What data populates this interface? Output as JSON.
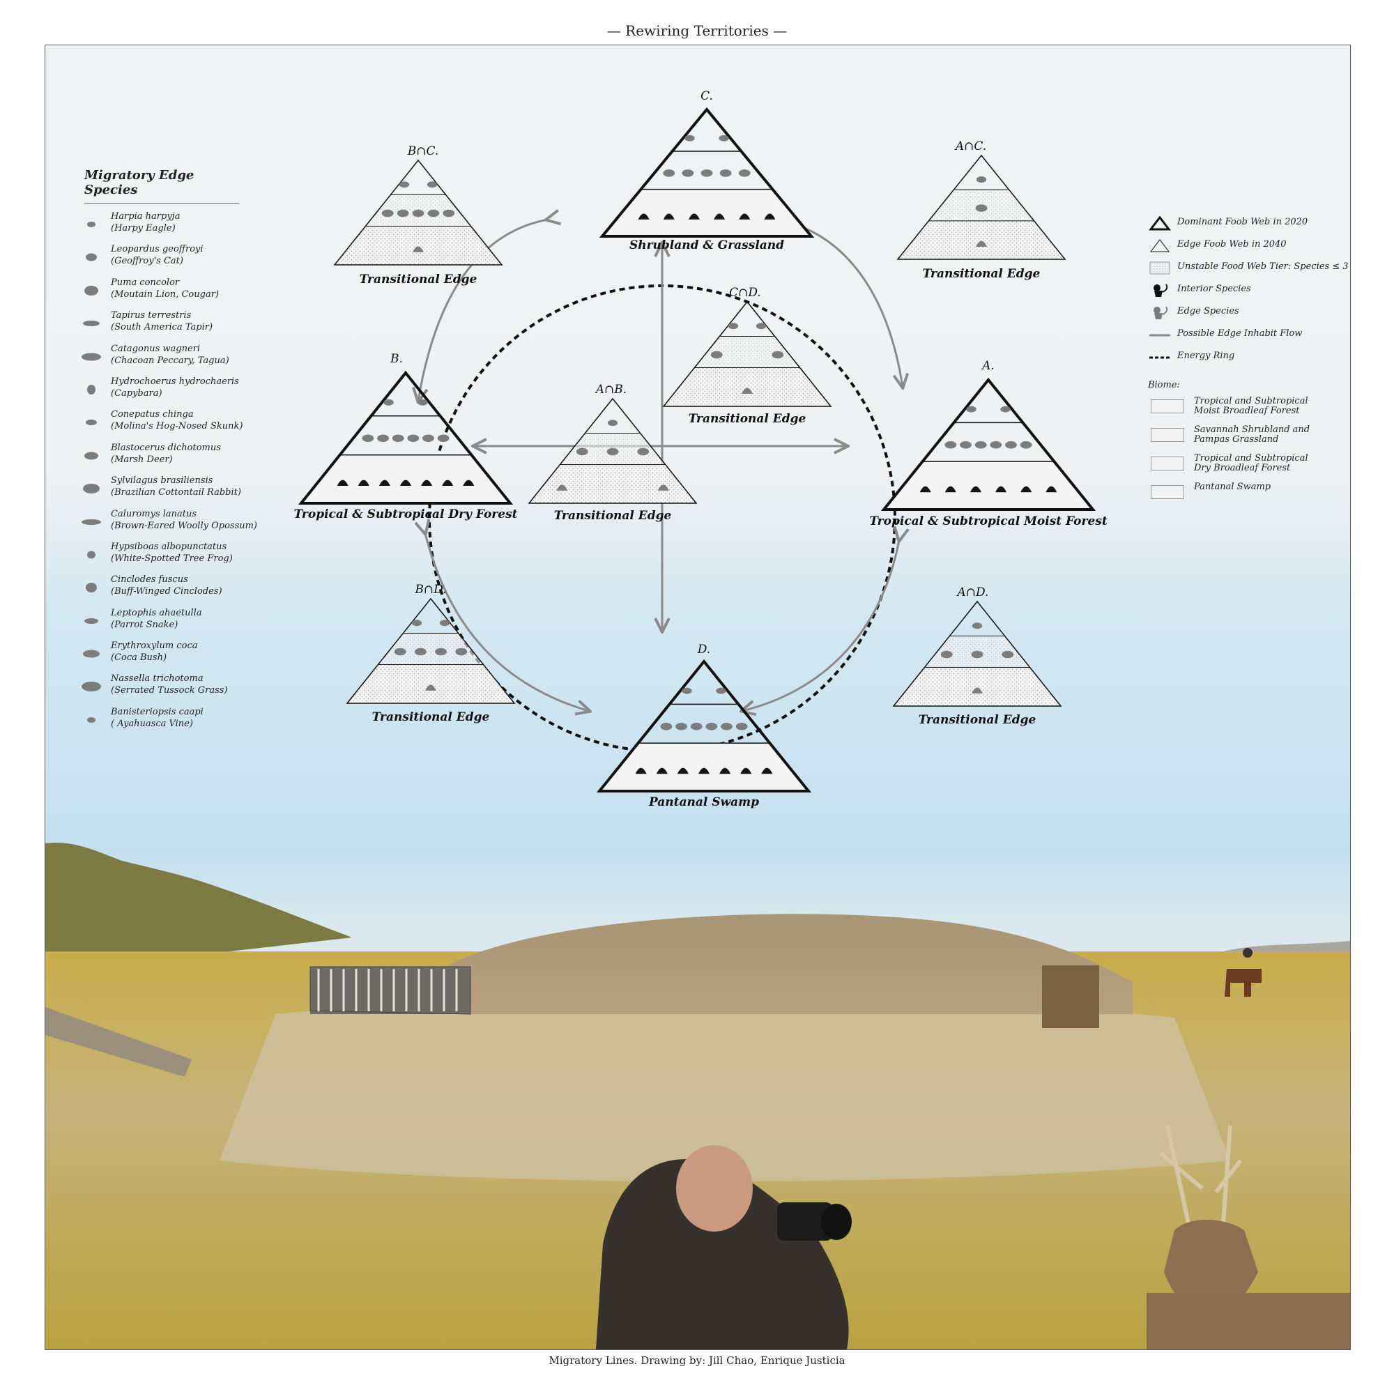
{
  "title": "— Rewiring Territories —",
  "caption": "Migratory Lines. Drawing by: Jill Chao, Enrique Justicia",
  "colors": {
    "sky_top": "#f1f2f4",
    "sky_bottom": "#bcdcec",
    "grass": "#c9ad4a",
    "dirt": "#c8b78f",
    "arrow": "#8a8a8a",
    "ink": "#111111",
    "species": "#7c7c7c"
  },
  "species_legend": {
    "heading": "Migratory Edge Species",
    "items": [
      {
        "latin": "Harpia harpyja",
        "common": "(Harpy Eagle)",
        "icon": "eagle-icon"
      },
      {
        "latin": "Leopardus geoffroyi",
        "common": "(Geoffroy's Cat)",
        "icon": "cat-icon"
      },
      {
        "latin": "Puma concolor",
        "common": "(Moutain Lion, Cougar)",
        "icon": "puma-icon"
      },
      {
        "latin": "Tapirus terrestris",
        "common": "(South America Tapir)",
        "icon": "tapir-icon"
      },
      {
        "latin": "Catagonus wagneri",
        "common": "(Chacoan Peccary, Tagua)",
        "icon": "peccary-icon"
      },
      {
        "latin": "Hydrochoerus hydrochaeris",
        "common": "(Capybara)",
        "icon": "capybara-icon"
      },
      {
        "latin": "Conepatus chinga",
        "common": "(Molina's Hog-Nosed Skunk)",
        "icon": "skunk-icon"
      },
      {
        "latin": "Blastocerus dichotomus",
        "common": "(Marsh Deer)",
        "icon": "deer-icon"
      },
      {
        "latin": "Sylvilagus brasiliensis",
        "common": "(Brazilian Cottontail Rabbit)",
        "icon": "rabbit-icon"
      },
      {
        "latin": "Caluromys lanatus",
        "common": "(Brown-Eared Woolly Opossum)",
        "icon": "opossum-icon"
      },
      {
        "latin": "Hypsiboas albopunctatus",
        "common": "(White-Spotted Tree Frog)",
        "icon": "frog-icon"
      },
      {
        "latin": "Cinclodes fuscus",
        "common": "(Buff-Winged Cinclodes)",
        "icon": "bird-icon"
      },
      {
        "latin": "Leptophis ahaetulla",
        "common": "(Parrot Snake)",
        "icon": "snake-icon"
      },
      {
        "latin": "Erythroxylum coca",
        "common": "(Coca Bush)",
        "icon": "bush-icon"
      },
      {
        "latin": "Nassella trichotoma",
        "common": "(Serrated Tussock Grass)",
        "icon": "grass-icon"
      },
      {
        "latin": "Banisteriopsis caapi",
        "common": "( Ayahuasca Vine)",
        "icon": "vine-icon"
      }
    ]
  },
  "key_legend": {
    "items": [
      {
        "label": "Dominant Foob Web in 2020",
        "icon": "bold-triangle-icon"
      },
      {
        "label": "Edge Foob Web in 2040",
        "icon": "thin-triangle-icon"
      },
      {
        "label": "Unstable Food Web Tier: Species ≤ 3",
        "icon": "dotted-swatch-icon"
      },
      {
        "label": "Interior Species",
        "icon": "monkey-black-icon"
      },
      {
        "label": "Edge Species",
        "icon": "monkey-grey-icon"
      },
      {
        "label": "Possible Edge Inhabit Flow",
        "icon": "solid-line-icon"
      },
      {
        "label": "Energy Ring",
        "icon": "dashed-line-icon"
      }
    ],
    "biome_heading": "Biome:",
    "biomes": [
      {
        "line1": "Tropical and Subtropical",
        "line2": "Moist Broadleaf Forest"
      },
      {
        "line1": "Savannah Shrubland and",
        "line2": "Pampas Grassland"
      },
      {
        "line1": "Tropical and Subtropical",
        "line2": "Dry Broadleaf Forest"
      },
      {
        "line1": "Pantanal Swamp",
        "line2": ""
      }
    ]
  },
  "pyramids": {
    "C": {
      "letter": "C.",
      "name": "Shrubland & Grassland"
    },
    "B": {
      "letter": "B.",
      "name": "Tropical & Subtropical Dry Forest"
    },
    "A": {
      "letter": "A.",
      "name": "Tropical & Subtropical Moist Forest"
    },
    "D": {
      "letter": "D.",
      "name": "Pantanal Swamp"
    },
    "BC": {
      "letter": "B∩C.",
      "name": "Transitional Edge"
    },
    "AC": {
      "letter": "A∩C.",
      "name": "Transitional Edge"
    },
    "CD": {
      "letter": "C∩D.",
      "name": "Transitional Edge"
    },
    "AB": {
      "letter": "A∩B.",
      "name": "Transitional Edge"
    },
    "BD": {
      "letter": "B∩D.",
      "name": "Transitional Edge"
    },
    "AD": {
      "letter": "A∩D.",
      "name": "Transitional Edge"
    }
  }
}
